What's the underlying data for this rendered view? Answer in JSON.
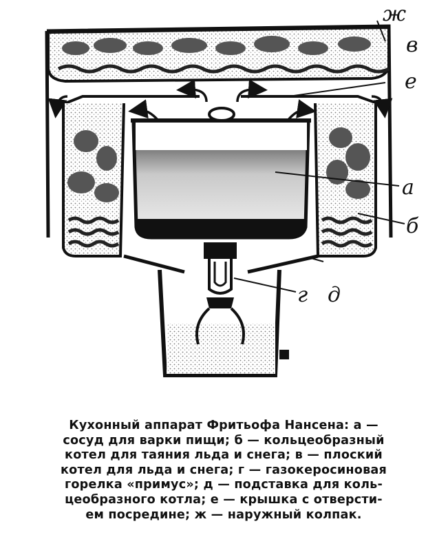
{
  "labels": {
    "a": "а",
    "b": "б",
    "v": "в",
    "g": "г",
    "d": "д",
    "e": "е",
    "zh": "ж"
  },
  "caption_lines": [
    "Кухонный аппарат Фритьофа Нансена: а —",
    "сосуд для варки пищи; б — кольцеобразный",
    "котел для таяния льда и снега; в — плоский",
    "котел для льда и снега; г — газокеросиновая",
    "горелка «примус»; д — подставка для коль-",
    "цеобразного котла; е — крышка с отверсти-",
    "ем посредине; ж — наружный колпак."
  ]
}
